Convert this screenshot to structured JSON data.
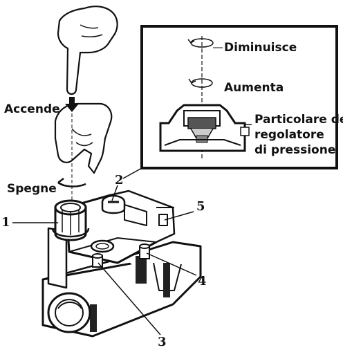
{
  "labels": {
    "accende": "Accende",
    "spegne": "Spegne",
    "diminuisce": "Diminuisce",
    "aumenta": "Aumenta",
    "detail_line1": "Particolare del",
    "detail_line2": "regolatore",
    "detail_line3": "di pressione"
  },
  "callouts": {
    "n1": "1",
    "n2": "2",
    "n3": "3",
    "n4": "4",
    "n5": "5"
  }
}
